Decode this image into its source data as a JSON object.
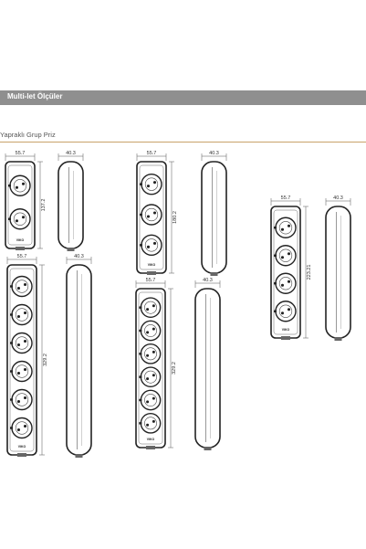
{
  "header": {
    "title": "Multi-let Ölçüler"
  },
  "section": {
    "subtitle": "Yapraklı Grup Priz"
  },
  "brand_mark": "VIKO",
  "units": [
    {
      "id": "2-gang",
      "outlets": 2,
      "width_label": "55.7",
      "height_label": "137.2",
      "depth_label": "40.3"
    },
    {
      "id": "3-gang",
      "outlets": 3,
      "width_label": "55.7",
      "height_label": "180.2",
      "depth_label": "40.3"
    },
    {
      "id": "4-gang",
      "outlets": 4,
      "width_label": "55.7",
      "height_label": "223.21",
      "depth_label": "40.3"
    },
    {
      "id": "6-gang-a",
      "outlets": 6,
      "width_label": "55.7",
      "height_label": "329.2",
      "depth_label": "40.3"
    },
    {
      "id": "6-gang-b",
      "outlets": 6,
      "width_label": "55.7",
      "height_label": "329.2",
      "depth_label": "40.3"
    }
  ]
}
